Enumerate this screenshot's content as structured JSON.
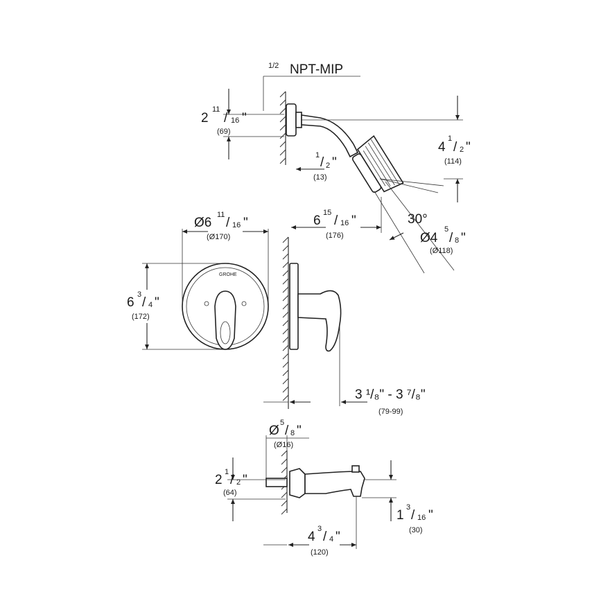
{
  "shower_arm": {
    "thread_label": "NPT-MIP",
    "thread_frac": "1/2",
    "flange_height_whole": "2",
    "flange_height_num": "11",
    "flange_height_den": "16",
    "flange_height_mm": "(69)",
    "flange_depth_num": "1",
    "flange_depth_den": "2",
    "flange_depth_mm": "(13)",
    "drop_whole": "4",
    "drop_num": "1",
    "drop_den": "2",
    "drop_mm": "(114)",
    "reach_whole": "6",
    "reach_num": "15",
    "reach_den": "16",
    "reach_mm": "(176)",
    "angle": "30°",
    "head_dia_prefix": "Ø4",
    "head_dia_num": "5",
    "head_dia_den": "8",
    "head_dia_mm": "(Ø118)"
  },
  "valve_trim": {
    "plate_dia_prefix": "Ø6",
    "plate_dia_num": "11",
    "plate_dia_den": "16",
    "plate_dia_mm": "(Ø170)",
    "plate_height_whole": "6",
    "plate_height_num": "3",
    "plate_height_den": "4",
    "plate_height_mm": "(172)",
    "handle_proj": "3 ¹/₈\" - 3 ⁷/₈\"",
    "handle_proj_mm": "(79-99)"
  },
  "tub_spout": {
    "pipe_dia_prefix": "Ø",
    "pipe_dia_num": "5",
    "pipe_dia_den": "8",
    "pipe_dia_mm": "(Ø16)",
    "height_whole": "2",
    "height_num": "1",
    "height_den": "2",
    "height_mm": "(64)",
    "outlet_whole": "1",
    "outlet_num": "3",
    "outlet_den": "16",
    "outlet_mm": "(30)",
    "length_whole": "4",
    "length_num": "3",
    "length_den": "4",
    "length_mm": "(120)"
  }
}
